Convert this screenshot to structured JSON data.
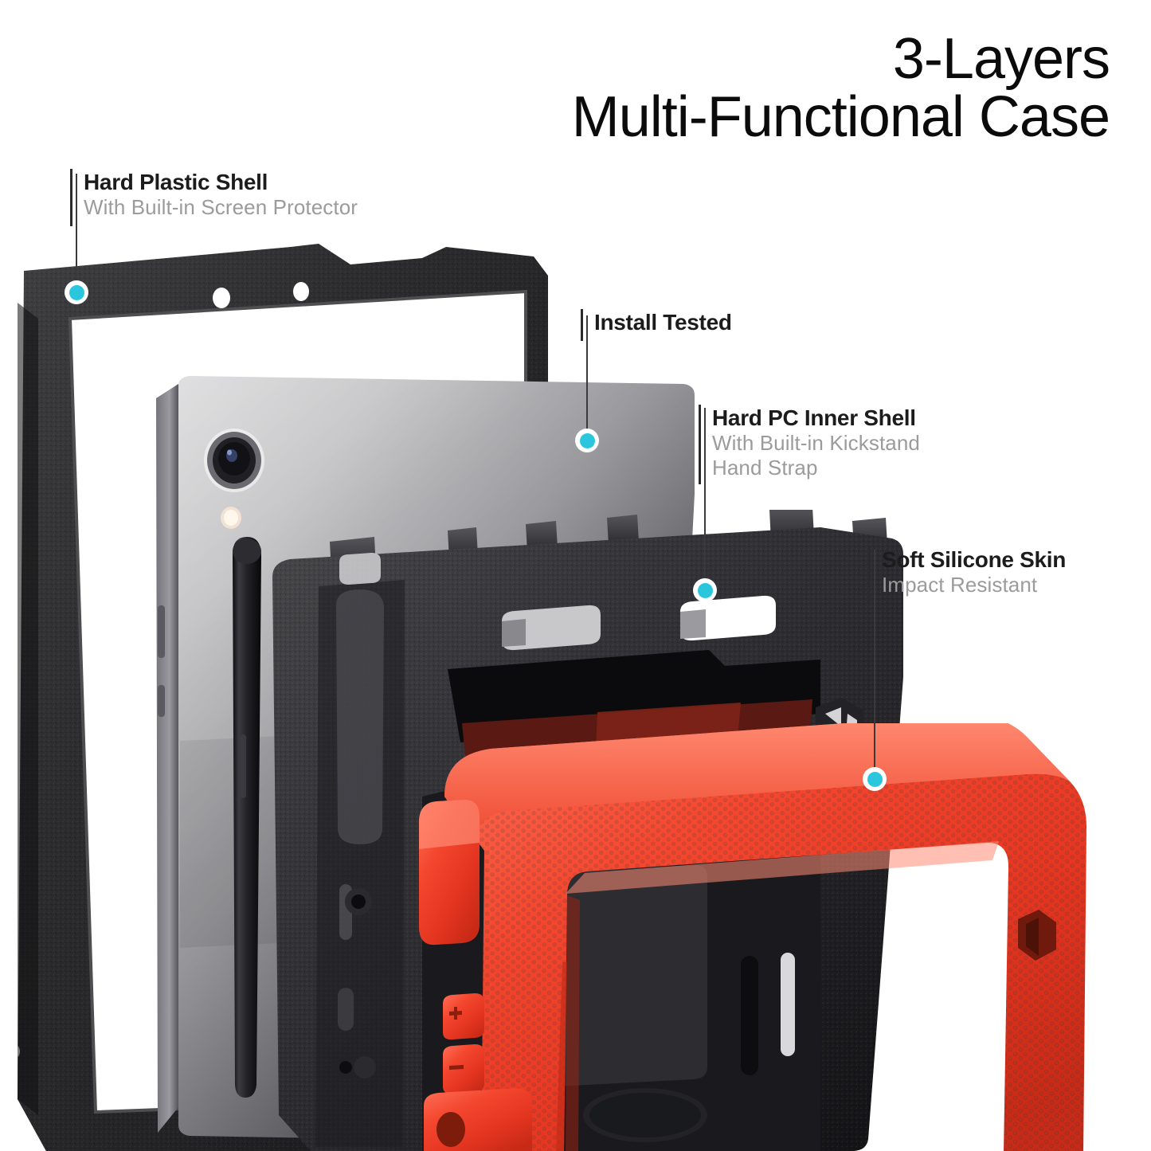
{
  "header": {
    "title_line1": "3-Layers",
    "title_line2": "Multi-Functional Case"
  },
  "callouts": [
    {
      "id": "hard-plastic-shell",
      "title": "Hard Plastic Shell",
      "subtitle": "With Built-in Screen Protector",
      "subtitle2": "",
      "dot_color": "#29c6de"
    },
    {
      "id": "install-tested",
      "title": "Install Tested",
      "subtitle": "",
      "subtitle2": "",
      "dot_color": "#29c6de"
    },
    {
      "id": "hard-pc-inner-shell",
      "title": "Hard PC Inner Shell",
      "subtitle": "With Built-in Kickstand",
      "subtitle2": "Hand Strap",
      "dot_color": "#29c6de"
    },
    {
      "id": "soft-silicone-skin",
      "title": "Soft Silicone Skin",
      "subtitle": "Impact Resistant",
      "subtitle2": "",
      "dot_color": "#29c6de"
    }
  ],
  "product": {
    "layers": [
      {
        "name": "hard-plastic-shell-frame",
        "color": "#262628",
        "material": "Hard Plastic"
      },
      {
        "name": "tablet-device",
        "color": "#8d8d90",
        "material": "Tablet"
      },
      {
        "name": "s-pen-stylus",
        "color": "#1a1a1c",
        "material": "Stylus"
      },
      {
        "name": "hard-pc-inner-shell",
        "color": "#2e2e30",
        "material": "Hard PC"
      },
      {
        "name": "soft-silicone-skin",
        "color": "#ef3f2b",
        "material": "Silicone"
      }
    ],
    "accent_cyan": "#29c6de",
    "accent_red": "#ef3f2b",
    "background": "#ffffff"
  }
}
